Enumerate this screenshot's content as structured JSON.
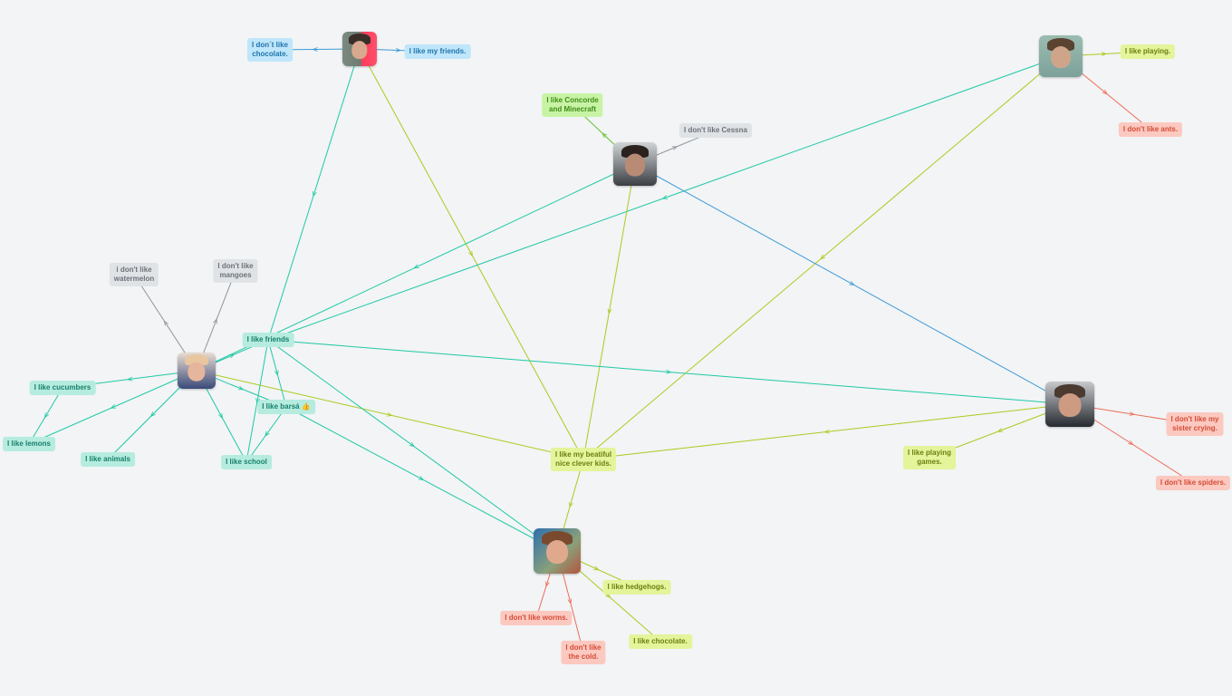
{
  "labels": {
    "dont_like_chocolate_1": "I don´t like\nchocolate.",
    "like_my_friends": "I like my friends.",
    "like_playing": "I like playing.",
    "dont_like_ants": "I don't like ants.",
    "like_concorde": "I like Concorde\nand Minecraft",
    "dont_like_cessna": "I don't like Cessna",
    "dont_like_watermelon": "i don't like\nwatermelon",
    "dont_like_mangoes": "I don't like\nmangoes",
    "like_friends": "I like friends",
    "like_cucumbers": "I like cucumbers",
    "like_barsa": "I like barsá 👍",
    "like_lemons": "I like lemons",
    "like_animals": "I like animals",
    "like_school": "I like school",
    "like_kids": "I like my beatiful\nnice clever kids.",
    "like_playing_games": "I like playing\ngames.",
    "dont_like_sister": "I don't like my\nsister crying.",
    "dont_like_spiders": "I don't like spiders.",
    "like_hedgehogs": "I like hedgehogs.",
    "dont_like_worms": "I don't like worms.",
    "dont_like_cold": "I don't like\nthe cold.",
    "like_chocolate": "I like chocolate."
  },
  "colors": {
    "blue": "#3d9ad6",
    "teal": "#1fc9a4",
    "lime": "#a8cc1c",
    "green": "#64c22e",
    "red": "#ef6c58",
    "gray": "#8e969c"
  }
}
